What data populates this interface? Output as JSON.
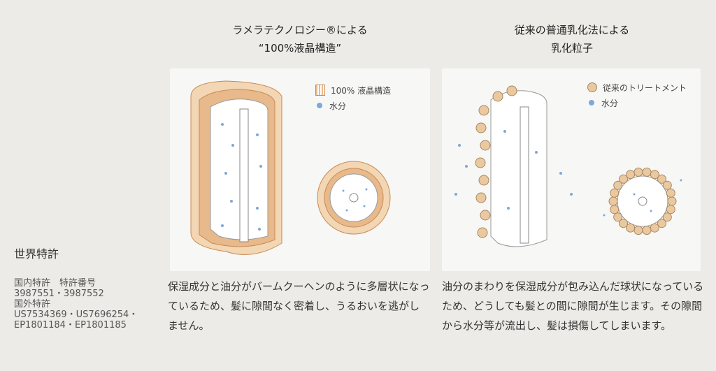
{
  "left_figure": {
    "title_line1": "ラメラテクノロジー®による",
    "title_line2": "“100%液晶構造”",
    "legend": [
      {
        "label": "100% 液晶構造"
      },
      {
        "label": "水分"
      }
    ],
    "description": "保湿成分と油分がバームクーヘンのように多層状になっているため、髪に隙間なく密着し、うるおいを逃がしません。"
  },
  "right_figure": {
    "title_line1": "従来の普通乳化法による",
    "title_line2": "乳化粒子",
    "legend": [
      {
        "label": "従来のトリートメント"
      },
      {
        "label": "水分"
      }
    ],
    "description": "油分のまわりを保湿成分が包み込んだ球状になっているため、どうしても髪との間に隙間が生じます。その隙間から水分等が流出し、髪は損傷してしまいます。"
  },
  "patents": {
    "heading": "世界特許",
    "lines": [
      "国内特許　特許番号",
      "3987551・3987552",
      "国外特許",
      "US7534369・US7696254・",
      "EP1801184・EP1801185"
    ]
  },
  "colors": {
    "water": "#7fa8d6",
    "liquid_crystal": "#e8b98a",
    "particle": "#ebc9a0"
  }
}
